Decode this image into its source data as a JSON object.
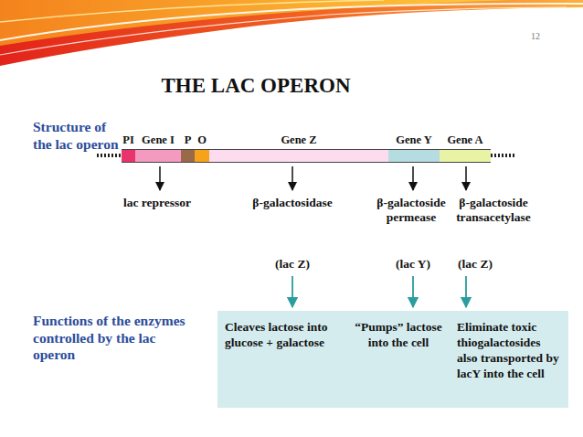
{
  "diagram": {
    "title": "THE LAC OPERON",
    "nodes": [
      {
        "text": [
          "PI"
        ]
      },
      {
        "text": [
          "Gene I"
        ]
      },
      {
        "text": [
          "P"
        ]
      },
      {
        "text": [
          "O"
        ]
      },
      {
        "text": [
          "Gene Z"
        ]
      },
      {
        "text": [
          "Gene Y"
        ]
      },
      {
        "text": [
          "Gene A"
        ]
      },
      {
        "text": [
          "Cleaves lactose into glucose + galactose",
          "“Pumps” lactose into the cell",
          "Eliminate toxic thiogalactosides also transported by lacY into the cell"
        ]
      }
    ],
    "labels": [
      "12",
      "Structure of the lac operon",
      "Functions of the enzymes controlled by the lac operon",
      "lac repressor",
      "β-galactosidase",
      "β-galactoside permease",
      "β-galactoside transacetylase",
      "(lac Z)",
      "(lac Y)",
      "(lac Z)"
    ]
  }
}
